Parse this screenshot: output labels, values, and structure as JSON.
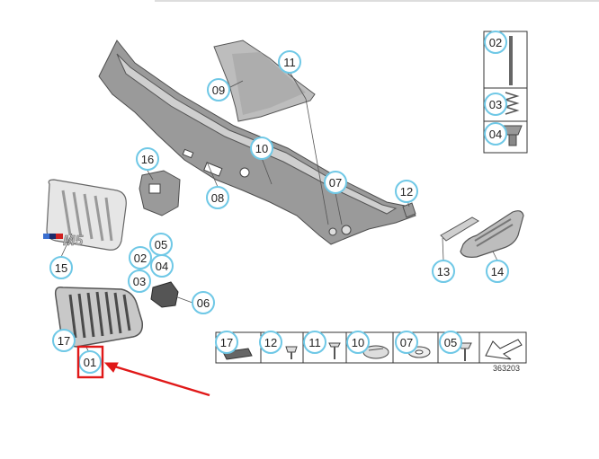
{
  "diagram_id": "363203",
  "callouts": {
    "c01": "01",
    "c02": "02",
    "c03": "03",
    "c04": "04",
    "c05": "05",
    "c06": "06",
    "c07": "07",
    "c08": "08",
    "c09": "09",
    "c10": "10",
    "c11": "11",
    "c12": "12",
    "c13": "13",
    "c14": "14",
    "c15": "15",
    "c16": "16",
    "c17": "17"
  },
  "side_kit": [
    "02",
    "03",
    "04"
  ],
  "legend": [
    "17",
    "12",
    "11",
    "10",
    "07",
    "05"
  ],
  "emblem_text": "M5",
  "colors": {
    "callout_ring": "#6fc8e6",
    "highlight": "#e01818"
  },
  "highlighted_part": "01"
}
